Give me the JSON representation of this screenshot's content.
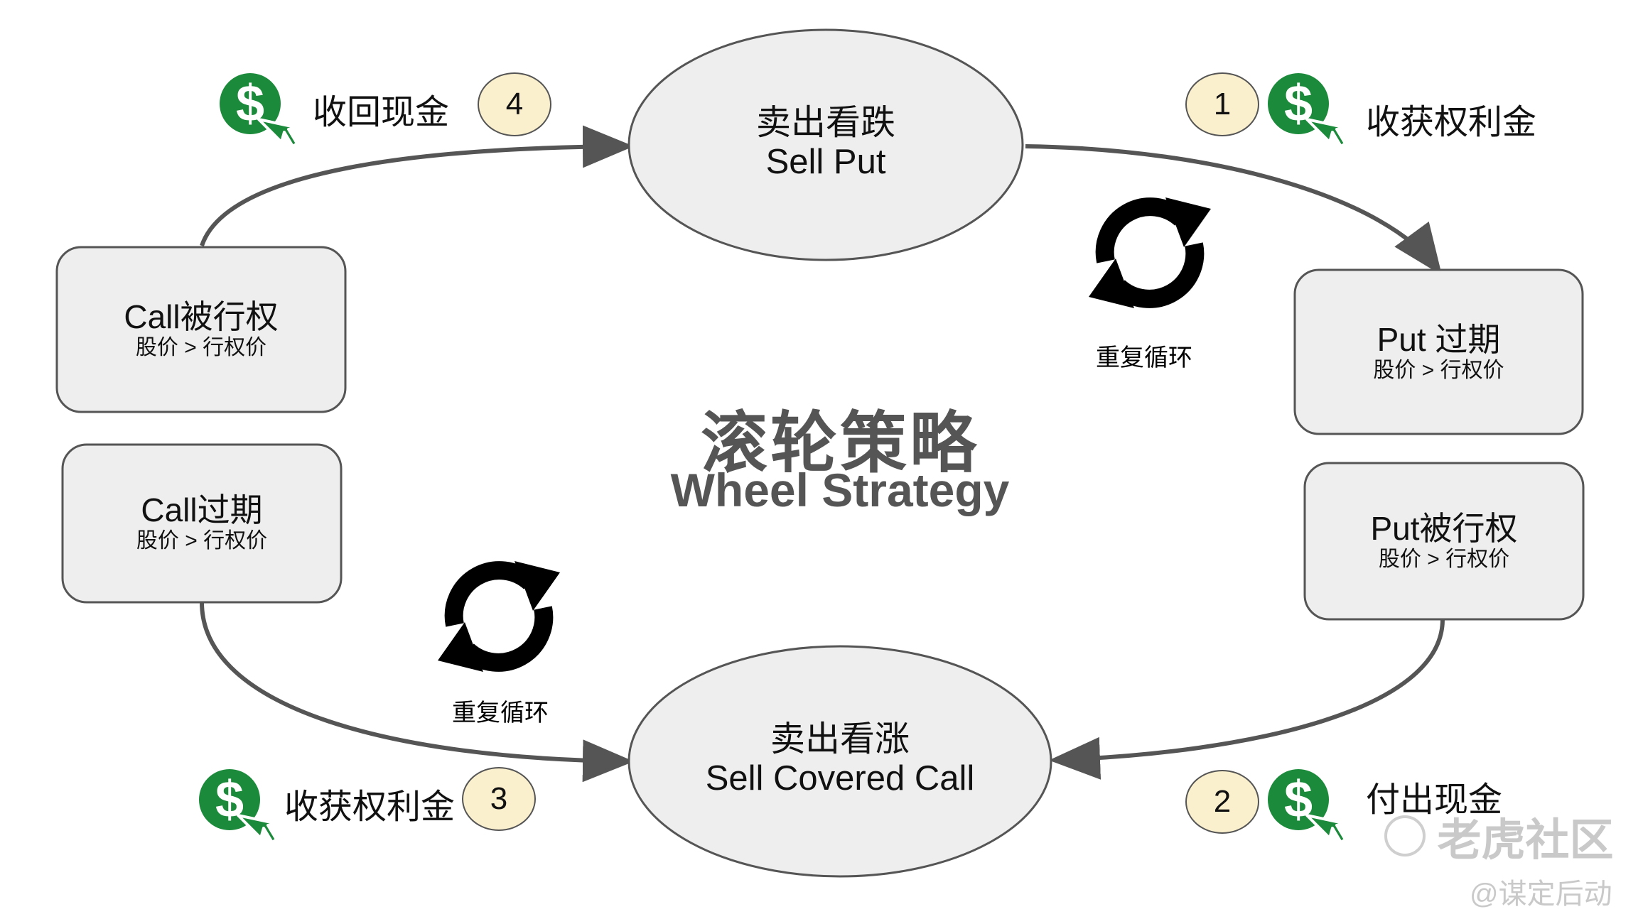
{
  "title": {
    "cn": "滚轮策略",
    "en": "Wheel Strategy"
  },
  "nodes": {
    "sell_put": {
      "cn": "卖出看跌",
      "en": "Sell Put"
    },
    "sell_call": {
      "cn": "卖出看涨",
      "en": "Sell Covered Call"
    },
    "put_expire": {
      "main": "Put 过期",
      "sub": "股价 > 行权价"
    },
    "put_assigned": {
      "main": "Put被行权",
      "sub": "股价 > 行权价"
    },
    "call_assigned": {
      "main": "Call被行权",
      "sub": "股价 > 行权价"
    },
    "call_expire": {
      "main": "Call过期",
      "sub": "股价 > 行权价"
    }
  },
  "steps": [
    {
      "number": "1",
      "label": "收获权利金"
    },
    {
      "number": "2",
      "label": "付出现金"
    },
    {
      "number": "3",
      "label": "收获权利金"
    },
    {
      "number": "4",
      "label": "收回现金"
    }
  ],
  "cycle_label": "重复循环",
  "watermark": {
    "brand": "老虎社区",
    "author": "@谋定后动"
  },
  "icons": {
    "step": "dollar-cursor-icon",
    "cycle": "refresh-cycle-icon"
  },
  "colors": {
    "dollar_green": "#1b8a3a",
    "badge_fill": "#fbf0cd",
    "node_fill": "#eeeeee",
    "arrow": "#555555"
  }
}
